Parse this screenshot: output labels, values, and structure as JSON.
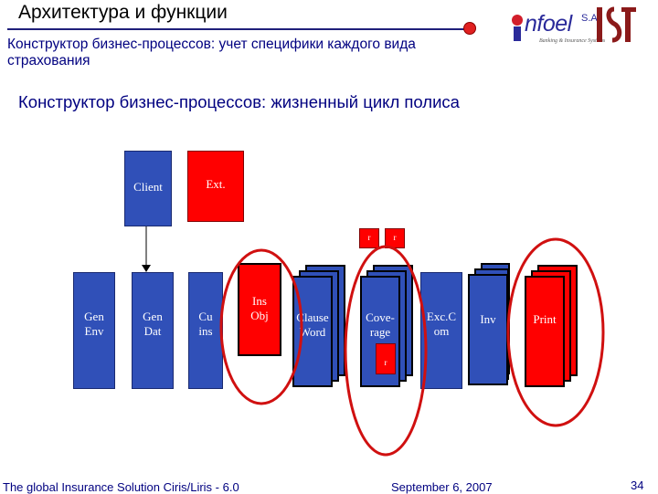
{
  "header": {
    "title": "Архитектура и функции",
    "subtitle": "Конструктор бизнес-процессов: учет специфики каждого вида страхования",
    "section_heading": "Конструктор бизнес-процессов: жизненный цикл полиса"
  },
  "logo": {
    "brand": "nfoel",
    "suffix": "S.A.",
    "tagline": "Banking & Insurance Systems"
  },
  "diagram": {
    "client": "Client",
    "ext": "Ext.",
    "gen_env": [
      "Gen",
      "Env"
    ],
    "gen_dat": [
      "Gen",
      "Dat"
    ],
    "cu_ins": [
      "Cu",
      "ins"
    ],
    "ins_obj": [
      "Ins",
      "Obj"
    ],
    "clause_word": [
      "Clause",
      "Word"
    ],
    "coverage": [
      "Cove-",
      "rage"
    ],
    "exc_com": [
      "Exc.C",
      "om"
    ],
    "inv": "Inv",
    "print": "Print",
    "small_r1": "r",
    "small_r2": "r",
    "small_r3": "r"
  },
  "footer": {
    "left": "The global Insurance Solution  Ciris/Liris - 6.0",
    "date": "September 6, 2007",
    "page": "34"
  },
  "colors": {
    "accent_blue": "#3050b8",
    "accent_red": "#ff0000",
    "text_navy": "#000080"
  }
}
